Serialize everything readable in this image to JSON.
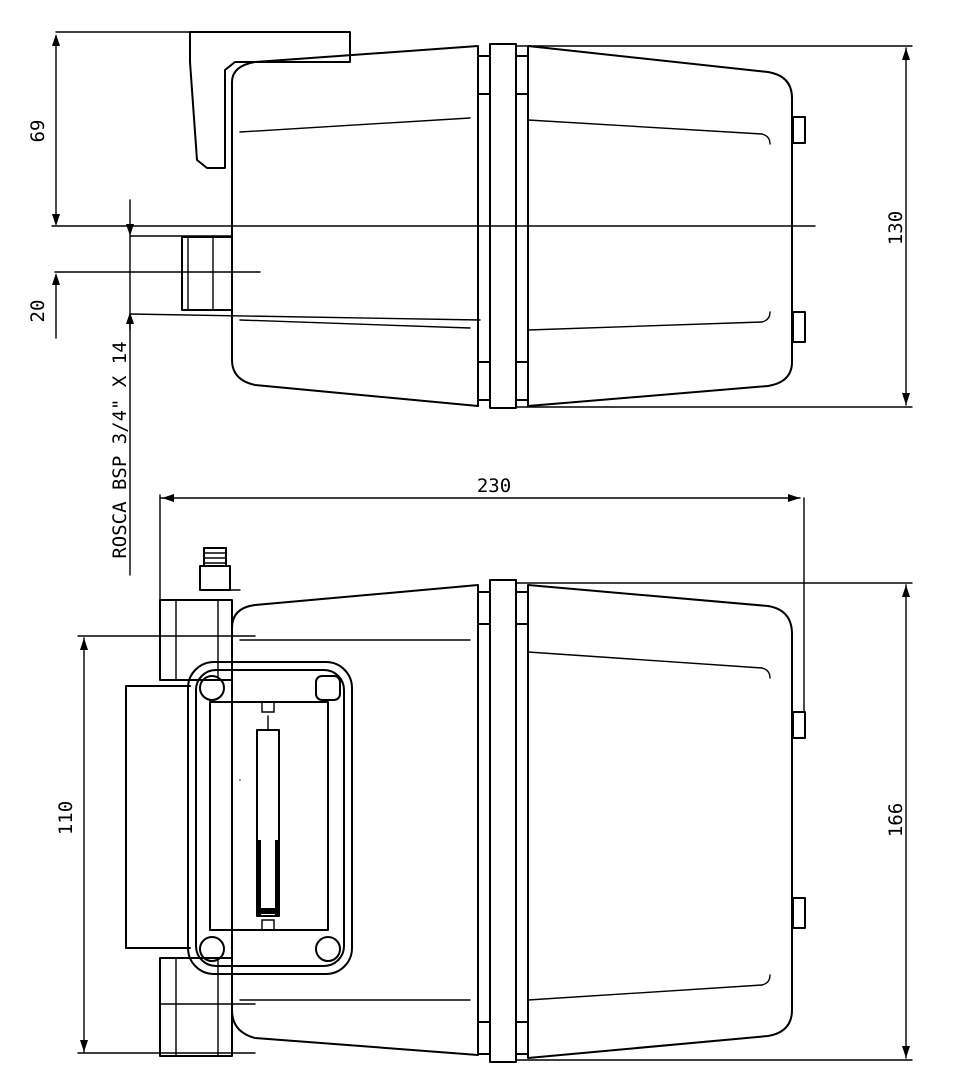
{
  "dimensions": {
    "d69": "69",
    "d20": "20",
    "d130": "130",
    "d230": "230",
    "d110": "110",
    "d166": "166"
  },
  "annotations": {
    "thread": "ROSCA BSP 3/4\" X 14"
  }
}
